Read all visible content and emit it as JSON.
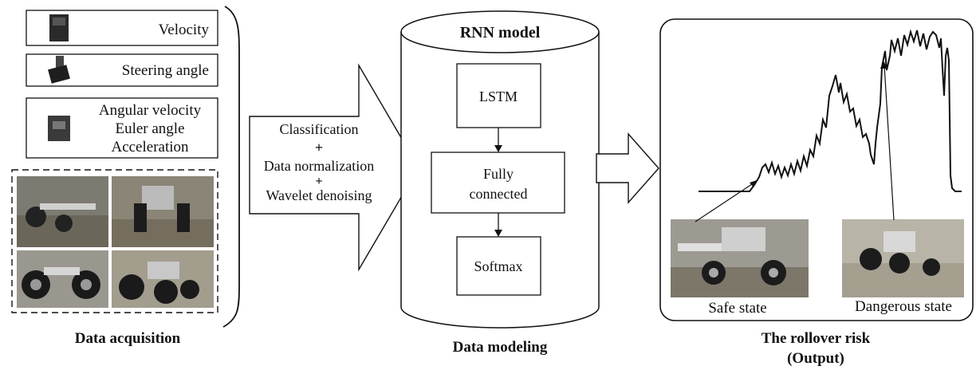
{
  "acquisition": {
    "sensors": [
      {
        "label": "Velocity",
        "icon": "speed-sensor-icon"
      },
      {
        "label": "Steering angle",
        "icon": "steering-sensor-icon"
      },
      {
        "lines": [
          "Angular velocity",
          "Euler angle",
          "Acceleration"
        ],
        "icon": "imu-sensor-icon"
      }
    ],
    "caption": "Data acquisition"
  },
  "preprocessing": {
    "steps": [
      "Classification",
      "Data normalization",
      "Wavelet denoising"
    ],
    "joiner": "+"
  },
  "modeling": {
    "title": "RNN model",
    "layers": [
      "LSTM",
      "Fully",
      "connected",
      "Softmax"
    ],
    "caption": "Data modeling"
  },
  "output": {
    "safe_label": "Safe state",
    "danger_label": "Dangerous state",
    "caption_line1": "The rollover risk",
    "caption_line2": "(Output)"
  },
  "colors": {
    "line": "#111111",
    "photo_bg": "#8a8a8a",
    "frame": "#000000"
  }
}
